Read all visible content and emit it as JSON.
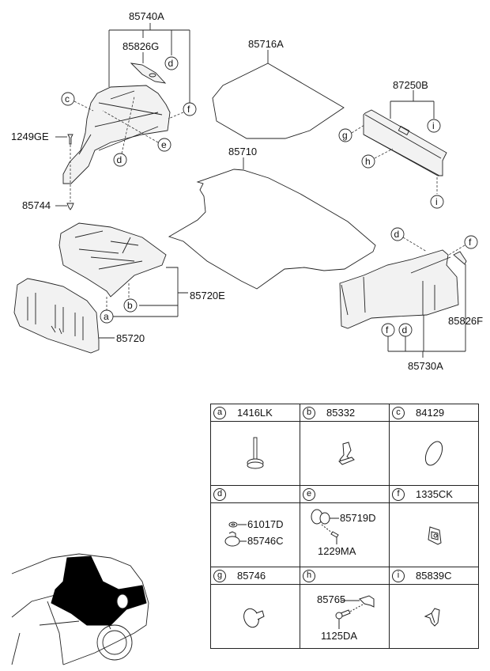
{
  "diagram": {
    "title": "Trunk trim parts diagram",
    "part_labels": {
      "p85740A": "85740A",
      "p85826G": "85826G",
      "p85716A": "85716A",
      "p87250B": "87250B",
      "p1249GE": "1249GE",
      "p85744": "85744",
      "p85710": "85710",
      "p85720E": "85720E",
      "p85720": "85720",
      "p85826F": "85826F",
      "p85730A": "85730A"
    },
    "callouts": {
      "c1": "c",
      "d1": "d",
      "f1": "f",
      "e1": "e",
      "d2": "d",
      "g1": "g",
      "h1": "h",
      "i1": "i",
      "i2": "i",
      "b1": "b",
      "a1": "a",
      "d3": "d",
      "f2": "f",
      "f3": "f",
      "d4": "d"
    }
  },
  "legend": {
    "rows": [
      [
        {
          "ref": "a",
          "part": "1416LK",
          "icon": "bolt-icon"
        },
        {
          "ref": "b",
          "part": "85332",
          "icon": "clip-icon"
        },
        {
          "ref": "c",
          "part": "84129",
          "icon": "plug-icon"
        }
      ],
      [
        {
          "ref": "d",
          "part": "",
          "icon": "grommet-icon",
          "sub": [
            "61017D",
            "85746C"
          ]
        },
        {
          "ref": "e",
          "part": "",
          "icon": "fastener-icon",
          "sub": [
            "85719D",
            "1229MA"
          ]
        },
        {
          "ref": "f",
          "part": "1335CK",
          "icon": "nut-clip-icon"
        }
      ],
      [
        {
          "ref": "g",
          "part": "85746",
          "icon": "push-pin-icon"
        },
        {
          "ref": "h",
          "part": "",
          "icon": "screw-bracket-icon",
          "sub": [
            "85765",
            "1125DA"
          ]
        },
        {
          "ref": "i",
          "part": "85839C",
          "icon": "spring-clip-icon"
        }
      ]
    ]
  },
  "vehicle_view": {
    "label": "Vehicle location view (rear trunk highlighted)"
  }
}
